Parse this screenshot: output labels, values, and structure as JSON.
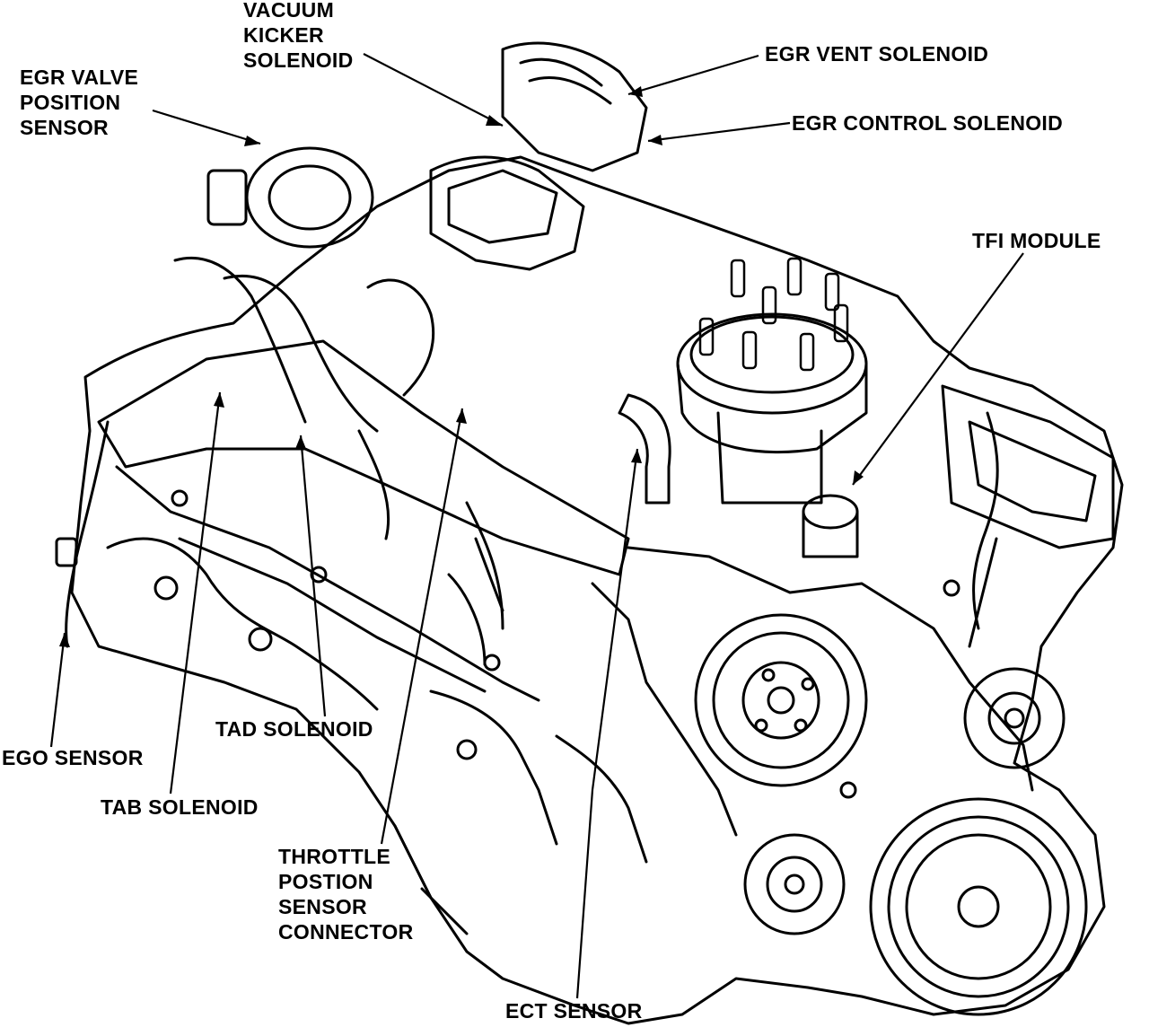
{
  "diagram": {
    "line_color": "#000000",
    "background": "#ffffff",
    "labels": {
      "vacuum_kicker_solenoid": [
        "VACUUM",
        "KICKER",
        "SOLENOID"
      ],
      "egr_valve_position_sensor": [
        "EGR VALVE",
        "POSITION",
        "SENSOR"
      ],
      "egr_vent_solenoid": "EGR VENT SOLENOID",
      "egr_control_solenoid": "EGR CONTROL SOLENOID",
      "tfi_module": "TFI MODULE",
      "tad_solenoid": "TAD SOLENOID",
      "ego_sensor": "EGO SENSOR",
      "tab_solenoid": "TAB SOLENOID",
      "throttle_position_sensor_connector": [
        "THROTTLE",
        "POSTION",
        "SENSOR",
        "CONNECTOR"
      ],
      "ect_sensor": "ECT SENSOR"
    }
  }
}
